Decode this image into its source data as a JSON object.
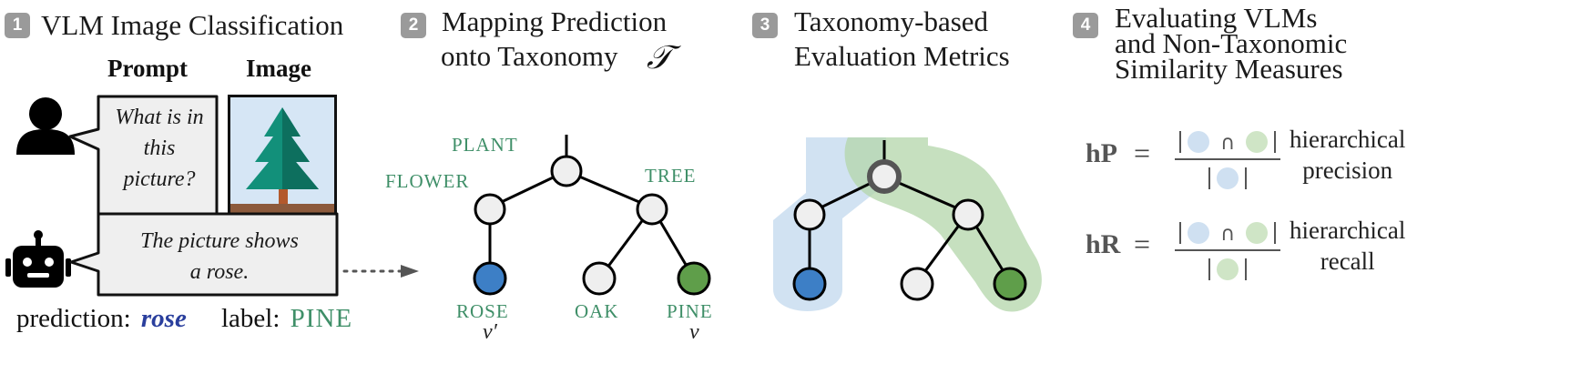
{
  "steps": [
    {
      "number": "1",
      "title_lines": [
        "VLM Image Classification"
      ]
    },
    {
      "number": "2",
      "title_lines": [
        "Mapping Prediction",
        "onto Taxonomy"
      ]
    },
    {
      "number": "3",
      "title_lines": [
        "Taxonomy-based",
        "Evaluation Metrics"
      ]
    },
    {
      "number": "4",
      "title_lines": [
        "Evaluating VLMs",
        "and Non-Taxonomic",
        "Similarity Measures"
      ]
    }
  ],
  "panel1": {
    "prompt_header": "Prompt",
    "image_header": "Image",
    "prompt_lines": [
      "What is in",
      "this",
      "picture?"
    ],
    "response_lines": [
      "The picture shows",
      "a rose."
    ],
    "prediction_label": "prediction:",
    "prediction_value": "rose",
    "label_label": "label:",
    "label_value": "PINE",
    "icons": [
      "user-icon",
      "robot-icon",
      "pine-tree-image",
      "dotted-arrow-icon"
    ]
  },
  "panel2": {
    "taxonomy_symbol": "𝒯",
    "nodes": {
      "plant": "PLANT",
      "flower": "FLOWER",
      "tree": "TREE",
      "rose": "ROSE",
      "oak": "OAK",
      "pine": "PINE"
    },
    "v_prime": "v′",
    "v": "v"
  },
  "panel4": {
    "hp": {
      "abbr": "hP",
      "eq": "=",
      "name_lines": [
        "hierarchical",
        "precision"
      ],
      "intersect": "∩"
    },
    "hr": {
      "abbr": "hR",
      "eq": "=",
      "name_lines": [
        "hierarchical",
        "recall"
      ],
      "intersect": "∩"
    }
  },
  "colors": {
    "badge": "#9a9a9a",
    "taxonomy_green": "#3f8f68",
    "prediction_blue": "#2a3f9d",
    "rose_node": "#3d7fc6",
    "pine_node": "#5f9e4a",
    "blue_region": "#cfe0f1",
    "green_region": "#cfe5c6",
    "sky": "#d6e6f5",
    "tree_green": "#128772",
    "soil": "#8c5a3c"
  }
}
